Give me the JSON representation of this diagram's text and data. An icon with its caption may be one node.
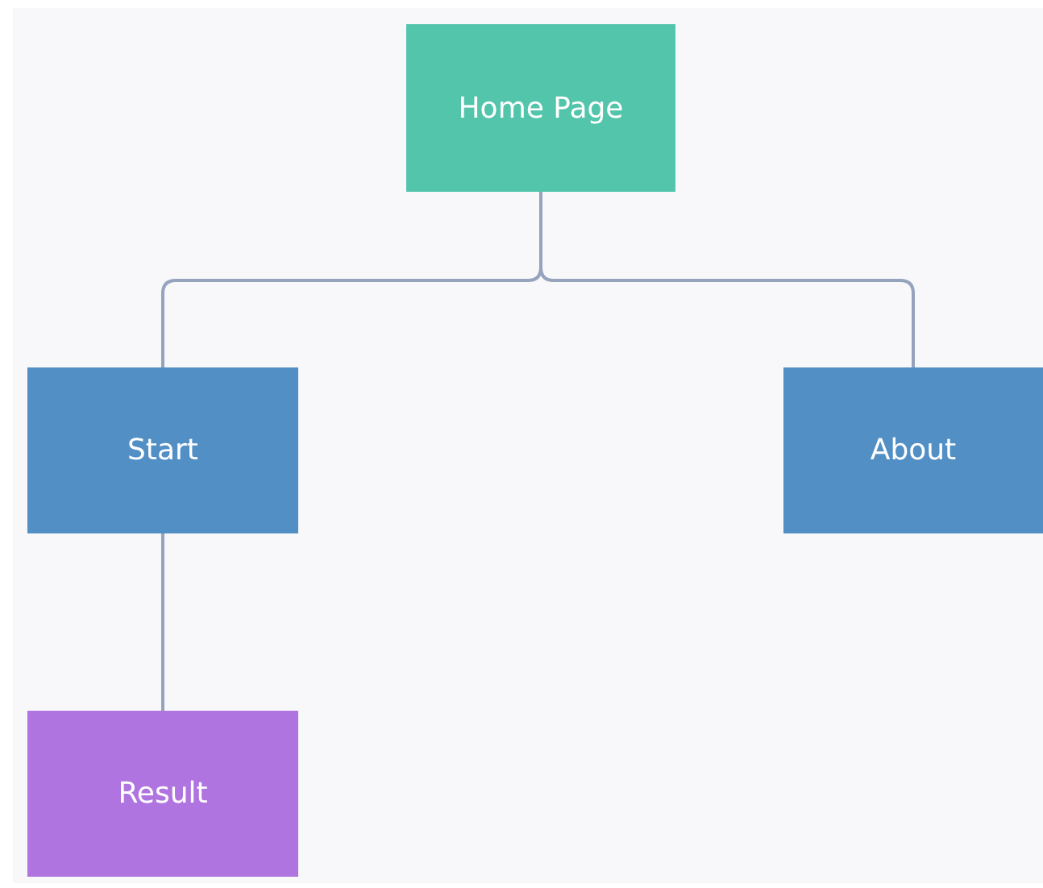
{
  "diagram": {
    "nodes": [
      {
        "text": [
          "Home Page"
        ]
      },
      {
        "text": [
          "Start"
        ]
      },
      {
        "text": [
          "About"
        ]
      },
      {
        "text": [
          "Result"
        ]
      }
    ],
    "edges": [
      {
        "from": 0,
        "to": 1,
        "arrow": "none"
      },
      {
        "from": 0,
        "to": 2,
        "arrow": "none"
      },
      {
        "from": 1,
        "to": 3,
        "arrow": "none"
      }
    ]
  }
}
